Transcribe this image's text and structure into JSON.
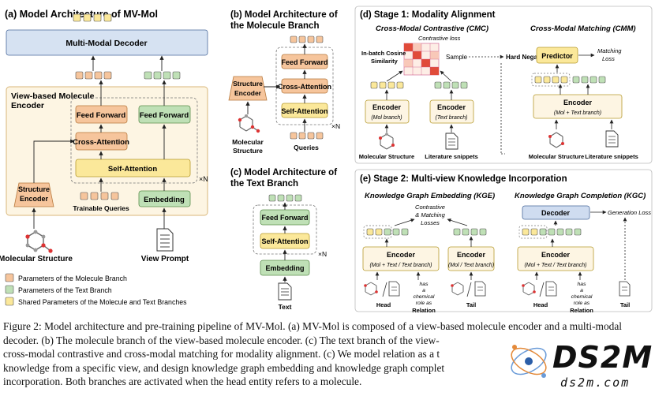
{
  "panel_a": {
    "title": "(a) Model Architecture of MV-Mol",
    "decoder": "Multi-Modal Decoder",
    "encoder_title_1": "View-based Molecule",
    "encoder_title_2": "Encoder",
    "feed_forward": "Feed Forward",
    "cross_attention": "Cross-Attention",
    "self_attention": "Self-Attention",
    "structure_encoder_1": "Structure",
    "structure_encoder_2": "Encoder",
    "embedding": "Embedding",
    "trainable_queries": "Trainable Queries",
    "repeat": "×N",
    "molecular_structure": "Molecular Structure",
    "view_prompt": "View Prompt",
    "legend": [
      "Parameters of the Molecule Branch",
      "Parameters of the Text Branch",
      "Shared Parameters of the Molecule and Text Branches"
    ]
  },
  "panel_b": {
    "title_1": "(b) Model Architecture of",
    "title_2": "the Molecule Branch",
    "structure_encoder_1": "Structure",
    "structure_encoder_2": "Encoder",
    "feed_forward": "Feed Forward",
    "cross_attention": "Cross-Attention",
    "self_attention": "Self-Attention",
    "repeat": "×N",
    "molecular_structure_1": "Molecular",
    "molecular_structure_2": "Structure",
    "queries": "Queries"
  },
  "panel_c": {
    "title_1": "(c) Model Architecture of",
    "title_2": "the Text Branch",
    "feed_forward": "Feed Forward",
    "self_attention": "Self-Attention",
    "embedding": "Embedding",
    "repeat": "×N",
    "text": "Text"
  },
  "panel_d": {
    "title": "(d) Stage 1: Modality Alignment",
    "cmc": "Cross-Modal Contrastive (CMC)",
    "contrastive_loss": "Contrastive loss",
    "in_batch_1": "In-batch Cosine",
    "in_batch_2": "Similarity",
    "sample": "Sample",
    "hard_negatives": "Hard Negatives",
    "encoder": "Encoder",
    "mol_branch": "(Mol branch)",
    "text_branch": "(Text branch)",
    "molecular_structure": "Molecular Structure",
    "literature_snippets": "Literature snippets",
    "cmm": "Cross-Modal Matching (CMM)",
    "predictor": "Predictor",
    "matching_loss_1": "Matching",
    "matching_loss_2": "Loss",
    "mol_text_branch": "(Mol + Text branch)",
    "molecular_structure_2": "Molecular Structure",
    "literature_snippets_2": "Literature snippets"
  },
  "panel_e": {
    "title": "(e) Stage 2: Multi-view Knowledge Incorporation",
    "kge": "Knowledge Graph Embedding (KGE)",
    "kgc": "Knowledge Graph Completion (KGC)",
    "contrastive_1": "Contrastive",
    "contrastive_2": "& Matching",
    "contrastive_3": "Losses",
    "encoder": "Encoder",
    "mol_text_text": "(Mol + Text / Text branch)",
    "mol_text": "(Mol / Text branch)",
    "has_1": "has",
    "has_2": "a",
    "has_3": "chemical",
    "has_4": "role as",
    "head": "Head",
    "tail": "Tail",
    "relation": "Relation",
    "decoder": "Decoder",
    "generation_loss": "Generation Loss"
  },
  "caption": {
    "line1": "Figure 2: Model architecture and pre-training pipeline of MV-Mol. (a) MV-Mol is composed of a view-based molecule encoder and a multi-modal",
    "line2": "decoder. (b) The molecule branch of the view-based molecule encoder. (c) The text branch of the view-",
    "line3": "cross-modal contrastive and cross-modal matching for modality alignment. (c) We model relation as a t",
    "line4": "knowledge from a specific view, and design knowledge graph embedding and knowledge graph complet",
    "line5": "incorporation. Both branches are activated when the head entity refers to a molecule."
  },
  "watermark": {
    "logo_text": "DS2M",
    "url": "ds2m.com"
  },
  "colors": {
    "orange": "#f6c59c",
    "green": "#bfe0b6",
    "yellow": "#fbe89a",
    "cream": "#fdf5e3",
    "blue": "#cfdcf0"
  }
}
